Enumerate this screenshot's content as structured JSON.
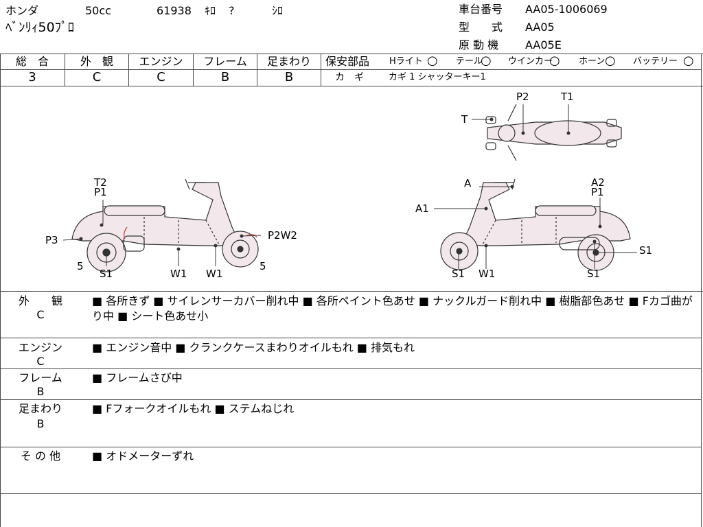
{
  "header": {
    "maker": "ホンダ",
    "cc": "50cc",
    "mileage": "61938",
    "mileage_unit": "ｷﾛ",
    "mileage_flag": "?",
    "color": "ｼﾛ",
    "model_name": "ﾍﾞﾝﾘｨ50ﾌﾟﾛ",
    "frame_no_label": "車台番号",
    "frame_no": "AA05-1006069",
    "type_label": "型　　式",
    "type": "AA05",
    "engine_label": "原 動 機",
    "engine": "AA05E"
  },
  "grades": [
    {
      "label": "総　合",
      "value": "3"
    },
    {
      "label": "外　観",
      "value": "C"
    },
    {
      "label": "エンジン",
      "value": "C"
    },
    {
      "label": "フレーム",
      "value": "B"
    },
    {
      "label": "足まわり",
      "value": "B"
    }
  ],
  "safety": {
    "title": "保安部品",
    "items": [
      {
        "label": "Hライト",
        "mark": "○"
      },
      {
        "label": "テール",
        "mark": "○"
      },
      {
        "label": "ウインカー",
        "mark": "○"
      },
      {
        "label": "ホーン",
        "mark": "○"
      },
      {
        "label": "バッテリー",
        "mark": "○"
      }
    ],
    "key_label": "カ　ギ",
    "key_value": "カギ 1 シャッターキー1"
  },
  "diagram": {
    "left": {
      "t2": "T2",
      "p1": "P1",
      "p3": "P3",
      "p2w2": "P2W2",
      "five_left": "5",
      "five_right": "5",
      "s1": "S1",
      "w1a": "W1",
      "w1b": "W1"
    },
    "right": {
      "a": "A",
      "a1": "A1",
      "a2": "A2",
      "p1": "P1",
      "s1_right": "S1",
      "s1_bl": "S1",
      "w1": "W1",
      "s1_br": "S1"
    },
    "top": {
      "t": "T",
      "p2": "P2",
      "t1": "T1"
    }
  },
  "sections": [
    {
      "label": "外　　観",
      "grade": "C",
      "text": "■ 各所きず ■ サイレンサーカバー削れ中 ■ 各所ペイント色あせ ■ ナックルガード削れ中 ■ 樹脂部色あせ ■ Fカゴ曲がり中 ■ シート色あせ小"
    },
    {
      "label": "エンジン",
      "grade": "C",
      "text": "■ エンジン音中 ■ クランクケースまわりオイルもれ ■ 排気もれ"
    },
    {
      "label": "フレーム",
      "grade": "B",
      "text": "■ フレームさび中"
    },
    {
      "label": "足まわり",
      "grade": "B",
      "text": "■ Fフォークオイルもれ ■ ステムねじれ"
    },
    {
      "label": "そ の 他",
      "grade": "",
      "text": "■ オドメーターずれ"
    }
  ]
}
